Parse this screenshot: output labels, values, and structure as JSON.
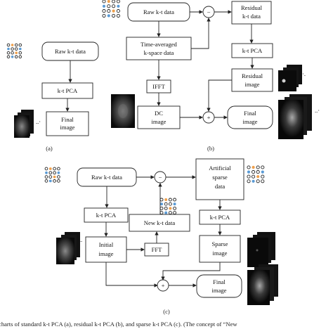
{
  "panel_a": {
    "raw": "Raw k-t data",
    "ktpca": "k-t PCA",
    "final_l1": "Final",
    "final_l2": "image",
    "label": "(a)"
  },
  "panel_b": {
    "raw": "Raw k-t data",
    "minus": "−",
    "residual_l1": "Residual",
    "residual_l2": "k-t data",
    "timeavg_l1": "Time-averaged",
    "timeavg_l2": "k-space data",
    "ktpca": "k-t PCA",
    "residual_img_l1": "Residual",
    "residual_img_l2": "image",
    "ifft": "IFFT",
    "dc_l1": "DC",
    "dc_l2": "image",
    "plus": "+",
    "final_l1": "Final",
    "final_l2": "image",
    "label": "(b)"
  },
  "panel_c": {
    "raw": "Raw k-t data",
    "minus": "−",
    "artificial_l1": "Artificial",
    "artificial_l2": "sparse",
    "artificial_l3": "data",
    "ktpca_left": "k-t PCA",
    "newkt": "New k-t data",
    "ktpca_right": "k-t PCA",
    "initial_l1": "Initial",
    "initial_l2": "image",
    "fft": "FFT",
    "sparse_l1": "Sparse",
    "sparse_l2": "image",
    "plus": "+",
    "final_l1": "Final",
    "final_l2": "image",
    "label": "(c)"
  },
  "caption": "charts of standard k-t PCA (a), residual k-t PCA (b), and sparse k-t PCA (c). (The concept of “New",
  "colors": {
    "dot_dark": "#222222",
    "dot_blue": "#5b9bd5",
    "dot_orange": "#f0a04b",
    "mri_dark": "#0a0a0a"
  }
}
